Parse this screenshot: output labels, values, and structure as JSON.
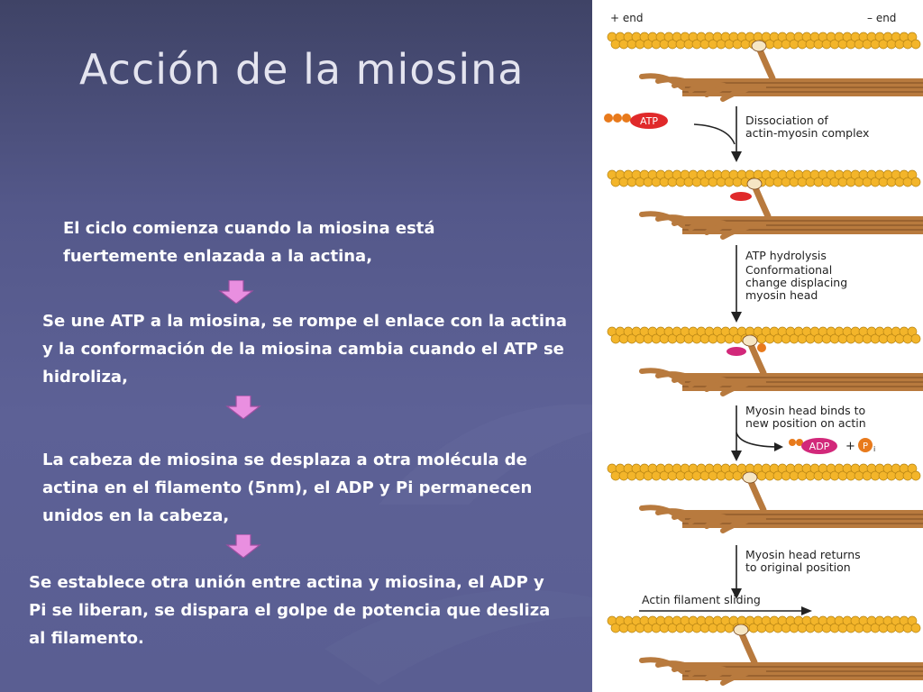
{
  "slide": {
    "title": "Acción de la miosina",
    "paragraphs": [
      "El ciclo comienza cuando la miosina está fuertemente enlazada a la actina,",
      "Se une ATP a la miosina, se rompe el enlace con la actina y la conformación de la miosina cambia cuando el ATP se hidroliza,",
      "La cabeza de miosina se desplaza a otra molécula de actina en el filamento (5nm), el ADP y Pi permanecen unidos en la cabeza,",
      "Se establece otra unión entre actina y miosina, el ADP y Pi se liberan, se dispara el golpe de potencia que desliza al filamento."
    ],
    "arrow_color": "#e98fe0"
  },
  "figure": {
    "plus_end": "+ end",
    "minus_end": "– end",
    "steps": [
      {
        "lines": [
          "Dissociation of",
          "actin-myosin complex"
        ]
      },
      {
        "lines": [
          "ATP hydrolysis",
          "Conformational",
          "change displacing",
          "myosin head"
        ]
      },
      {
        "lines": [
          "Myosin head binds to",
          "new position on actin"
        ]
      },
      {
        "lines": [
          "Myosin head returns",
          "to original position"
        ]
      }
    ],
    "atp": "ATP",
    "adp": "ADP",
    "pi": "P",
    "pi_sub": "i",
    "plus_sign": "+",
    "sliding": "Actin filament sliding",
    "colors": {
      "actin": "#f3b52a",
      "actin_edge": "#b88514",
      "myosin": "#b87a3e",
      "myosin_dark": "#7c4c22",
      "atp": "#e0292a"
    }
  }
}
